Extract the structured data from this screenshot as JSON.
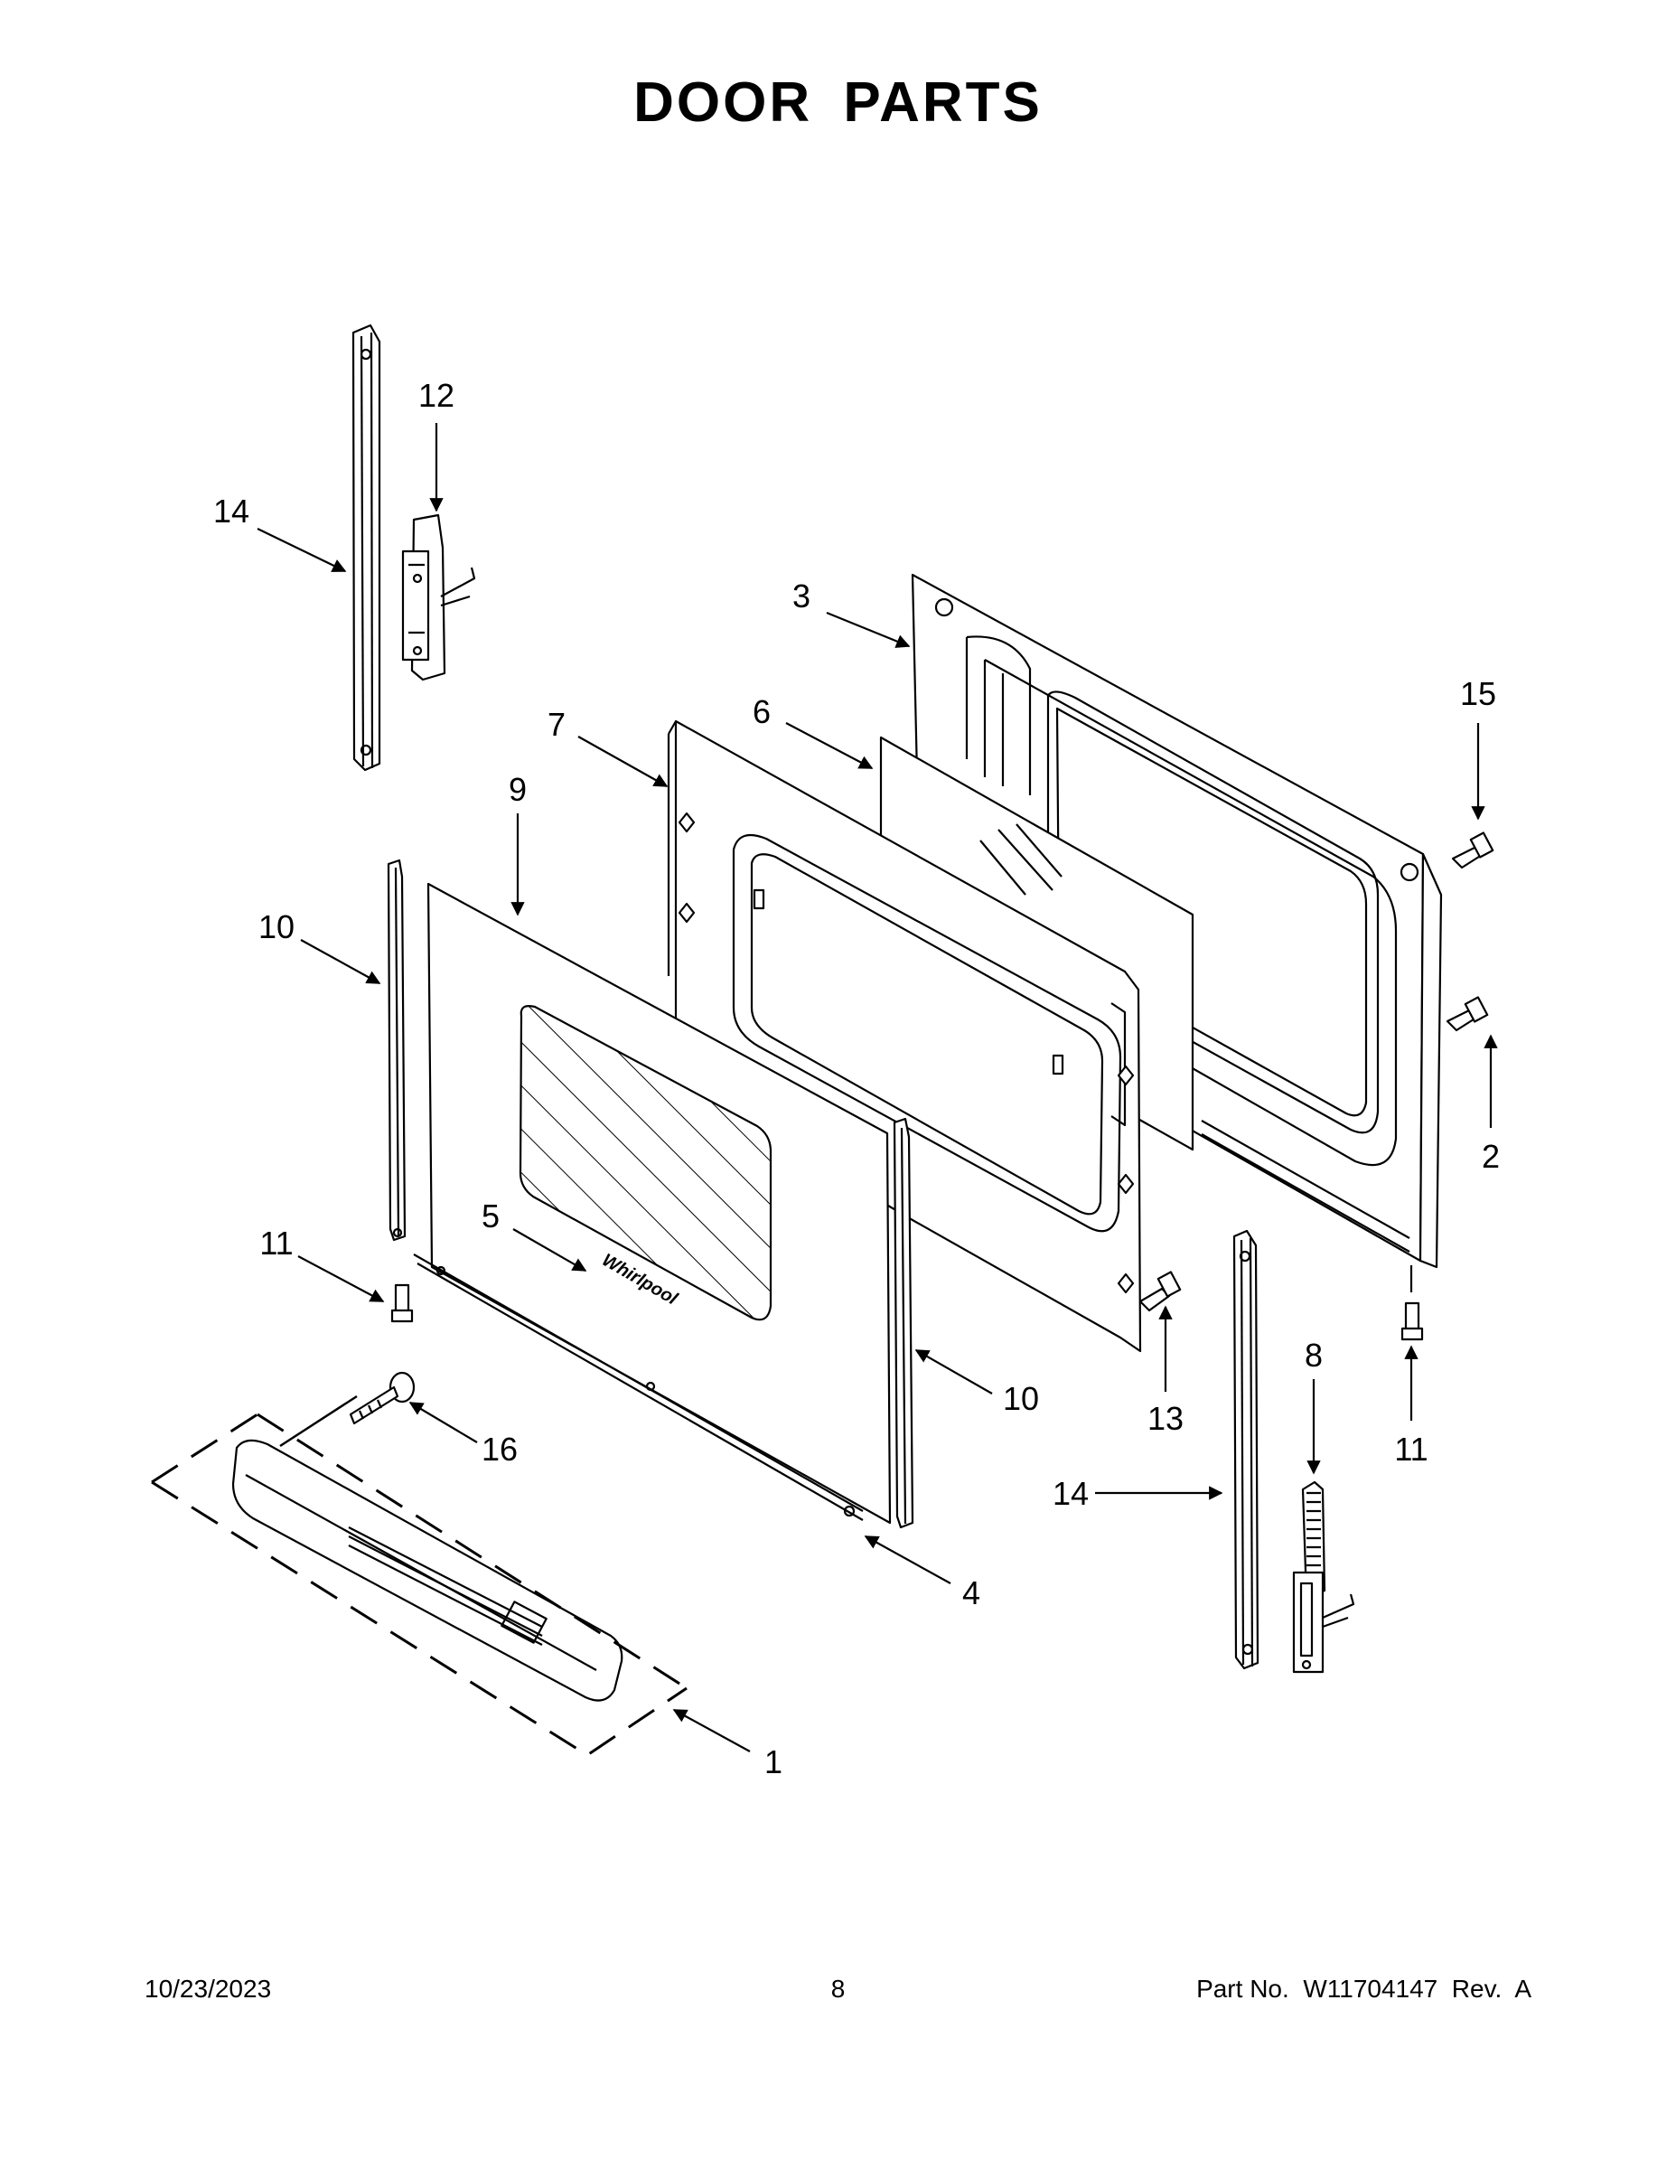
{
  "title": "DOOR PARTS",
  "callouts": [
    {
      "id": "c12a",
      "label": "12"
    },
    {
      "id": "c14a",
      "label": "14"
    },
    {
      "id": "c3",
      "label": "3"
    },
    {
      "id": "c15",
      "label": "15"
    },
    {
      "id": "c7",
      "label": "7"
    },
    {
      "id": "c6",
      "label": "6"
    },
    {
      "id": "c9",
      "label": "9"
    },
    {
      "id": "c10a",
      "label": "10"
    },
    {
      "id": "c2",
      "label": "2"
    },
    {
      "id": "c5",
      "label": "5"
    },
    {
      "id": "c11a",
      "label": "11"
    },
    {
      "id": "c10b",
      "label": "10"
    },
    {
      "id": "c13",
      "label": "13"
    },
    {
      "id": "c8",
      "label": "8"
    },
    {
      "id": "c11b",
      "label": "11"
    },
    {
      "id": "c16",
      "label": "16"
    },
    {
      "id": "c14b",
      "label": "14"
    },
    {
      "id": "c4",
      "label": "4"
    },
    {
      "id": "c1",
      "label": "1"
    }
  ],
  "footer": {
    "date": "10/23/2023",
    "page": "8",
    "part_no": "Part No.  W11704147  Rev.  A"
  }
}
